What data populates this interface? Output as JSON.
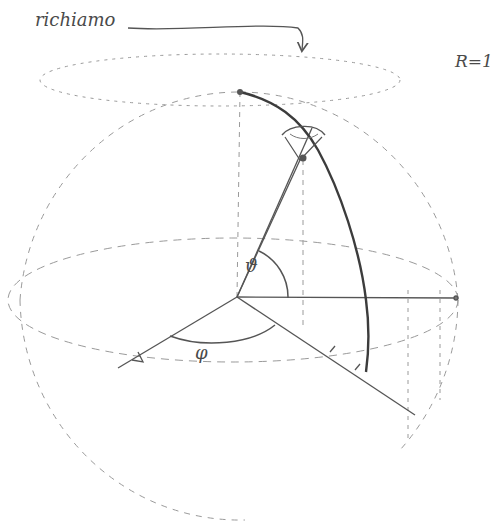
{
  "diagram": {
    "labels": [
      "richiamo",
      "R=1",
      "ϑ",
      "φ"
    ]
  }
}
